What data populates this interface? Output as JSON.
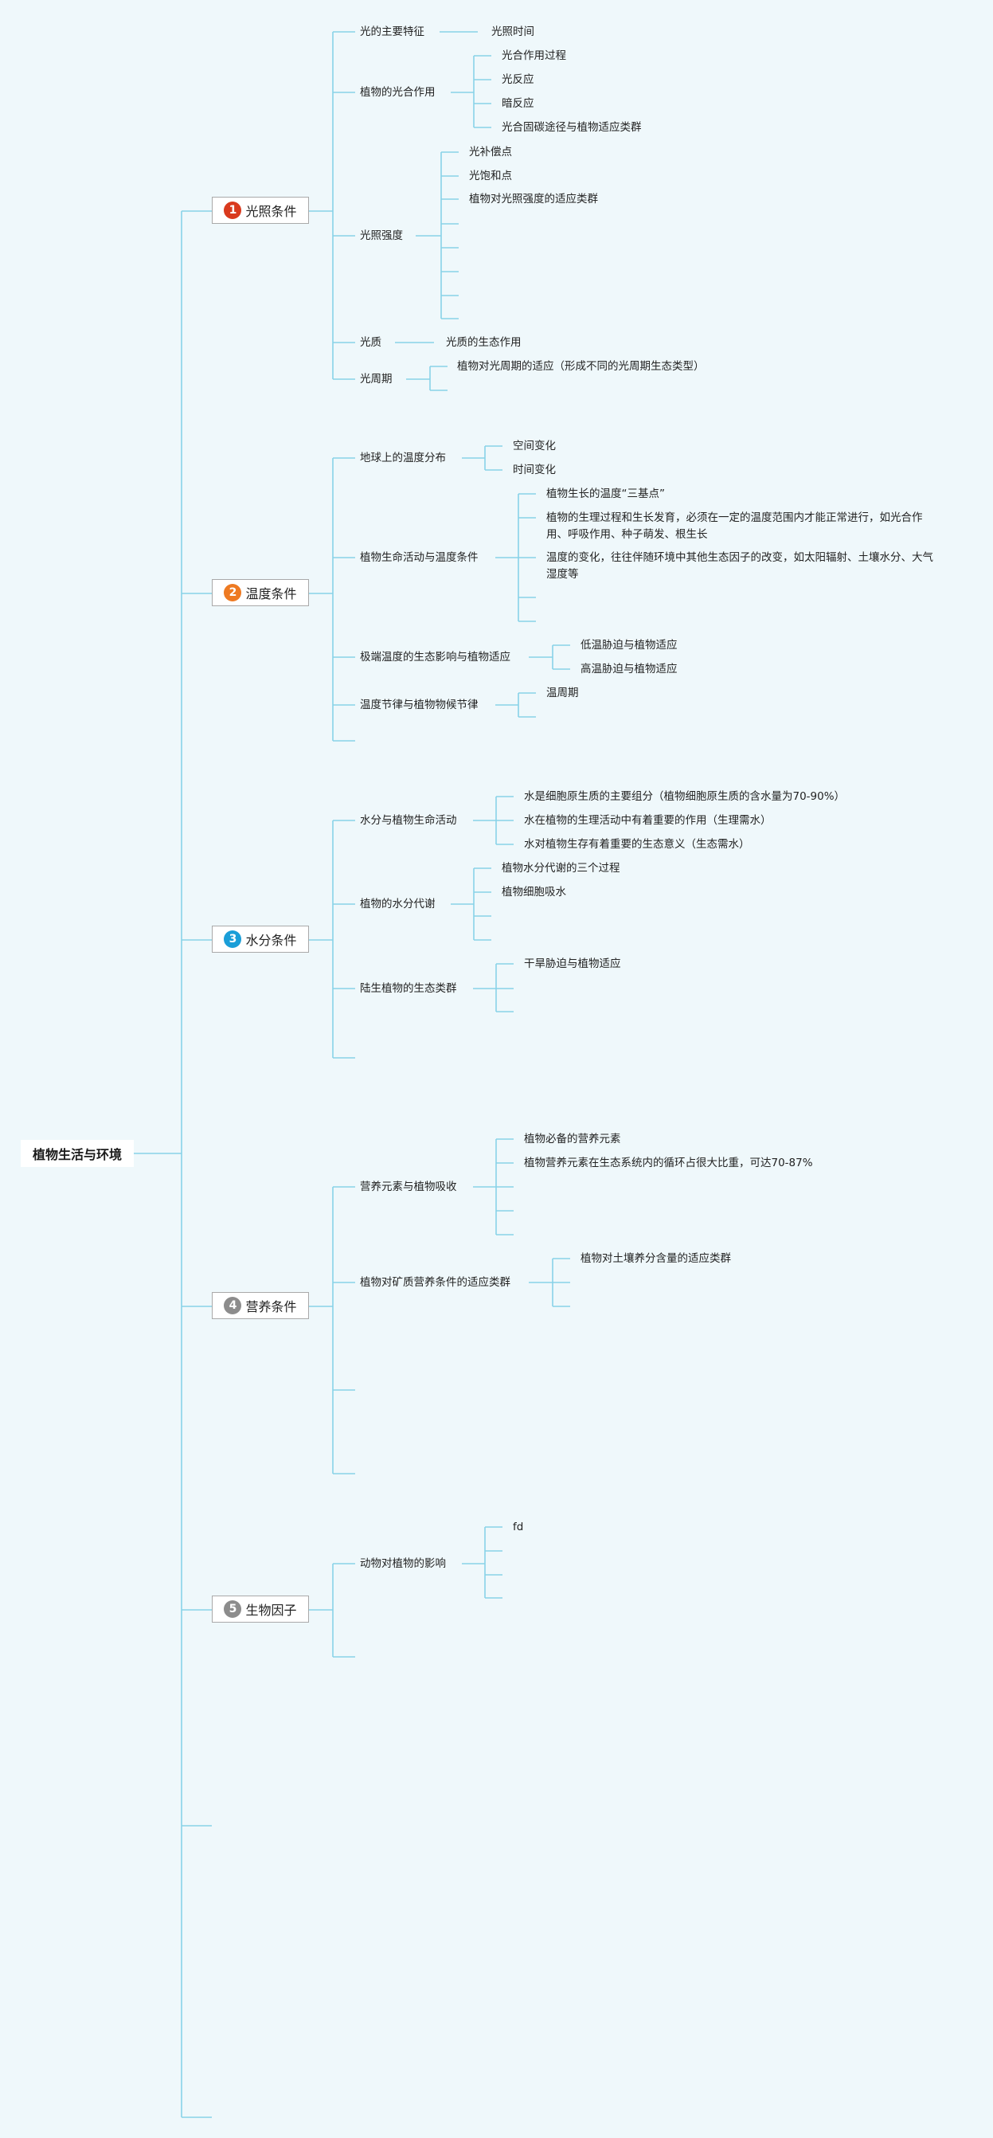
{
  "root": "植物生活与环境",
  "categories": [
    {
      "num": "1",
      "label": "光照条件",
      "color": "#d93a1e"
    },
    {
      "num": "2",
      "label": "温度条件",
      "color": "#ee7a22"
    },
    {
      "num": "3",
      "label": "水分条件",
      "color": "#1a9ed8"
    },
    {
      "num": "4",
      "label": "营养条件",
      "color": "#8c8c8c"
    },
    {
      "num": "5",
      "label": "生物因子",
      "color": "#8c8c8c"
    }
  ],
  "light": {
    "features": {
      "label": "光的主要特征",
      "children": [
        "光照时间"
      ]
    },
    "photosynthesis": {
      "label": "植物的光合作用",
      "children": [
        "光合作用过程",
        "光反应",
        "暗反应",
        "光合固碳途径与植物适应类群"
      ]
    },
    "intensity": {
      "label": "光照强度",
      "children": [
        "光补偿点",
        "光饱和点",
        "植物对光照强度的适应类群"
      ]
    },
    "quality": {
      "label": "光质",
      "children": [
        "光质的生态作用"
      ]
    },
    "photoperiod": {
      "label": "光周期",
      "children": [
        "植物对光周期的适应（形成不同的光周期生态类型）"
      ]
    }
  },
  "temperature": {
    "distribution": {
      "label": "地球上的温度分布",
      "children": [
        "空间变化",
        "时间变化"
      ]
    },
    "life": {
      "label": "植物生命活动与温度条件",
      "children": [
        "植物生长的温度“三基点”",
        "植物的生理过程和生长发育，必须在一定的温度范围内才能正常进行，如光合作用、呼吸作用、种子萌发、根生长",
        "温度的变化，往往伴随环境中其他生态因子的改变，如太阳辐射、土壤水分、大气湿度等"
      ]
    },
    "extreme": {
      "label": "极端温度的生态影响与植物适应",
      "children": [
        "低温胁迫与植物适应",
        "高温胁迫与植物适应"
      ]
    },
    "rhythm": {
      "label": "温度节律与植物物候节律",
      "children": [
        "温周期"
      ]
    }
  },
  "water": {
    "life": {
      "label": "水分与植物生命活动",
      "children": [
        "水是细胞原生质的主要组分（植物细胞原生质的含水量为70-90%）",
        "水在植物的生理活动中有着重要的作用（生理需水）",
        "水对植物生存有着重要的生态意义（生态需水）"
      ]
    },
    "metabolism": {
      "label": "植物的水分代谢",
      "children": [
        "植物水分代谢的三个过程",
        "植物细胞吸水"
      ]
    },
    "terrestrial": {
      "label": "陆生植物的生态类群",
      "children": [
        "干旱胁迫与植物适应"
      ]
    }
  },
  "nutrition": {
    "absorb": {
      "label": "营养元素与植物吸收",
      "children": [
        "植物必备的营养元素",
        "植物营养元素在生态系统内的循环占很大比重，可达70-87%"
      ]
    },
    "mineral": {
      "label": "植物对矿质营养条件的适应类群",
      "children": [
        "植物对土壤养分含量的适应类群"
      ]
    }
  },
  "bio": {
    "animal": {
      "label": "动物对植物的影响",
      "children": [
        "fd"
      ]
    }
  }
}
